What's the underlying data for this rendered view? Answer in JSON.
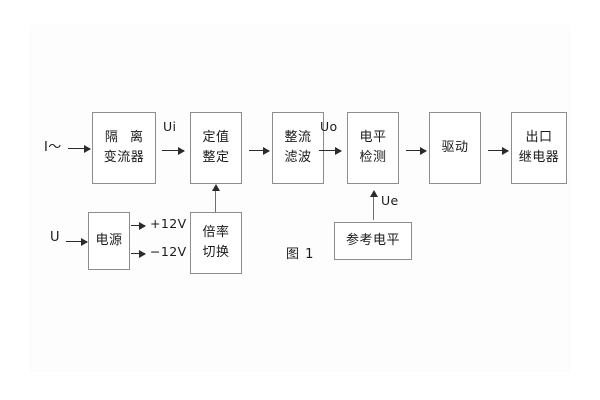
{
  "figure": {
    "caption": "图 1",
    "colors": {
      "box_border": "#8d8d8d",
      "arrow": "#2b2b2b",
      "text": "#1a1a1a",
      "background": "#ffffff"
    }
  },
  "signal_chain": {
    "input_label": "I～",
    "blocks": [
      {
        "id": "isolation",
        "line1": "隔 离",
        "line2": "变流器"
      },
      {
        "id": "setting",
        "line1": "定值",
        "line2": "整定"
      },
      {
        "id": "rectify",
        "line1": "整流",
        "line2": "滤波"
      },
      {
        "id": "level",
        "line1": "电平",
        "line2": "检测"
      },
      {
        "id": "drive",
        "line1": "驱动",
        "line2": ""
      },
      {
        "id": "output",
        "line1": "出口",
        "line2": "继电器"
      }
    ],
    "signals": {
      "ui": "Ui",
      "uo": "Uo",
      "ue": "Ue"
    }
  },
  "power_section": {
    "input_label": "U",
    "supply_block": {
      "id": "supply",
      "line1": "电源",
      "line2": ""
    },
    "rails": [
      "+12V",
      "−12V"
    ],
    "multiplier_block": {
      "id": "multiplier",
      "line1": "倍率",
      "line2": "切换"
    }
  },
  "reference_section": {
    "block": {
      "id": "reference",
      "line1": "参考电平",
      "line2": ""
    }
  }
}
